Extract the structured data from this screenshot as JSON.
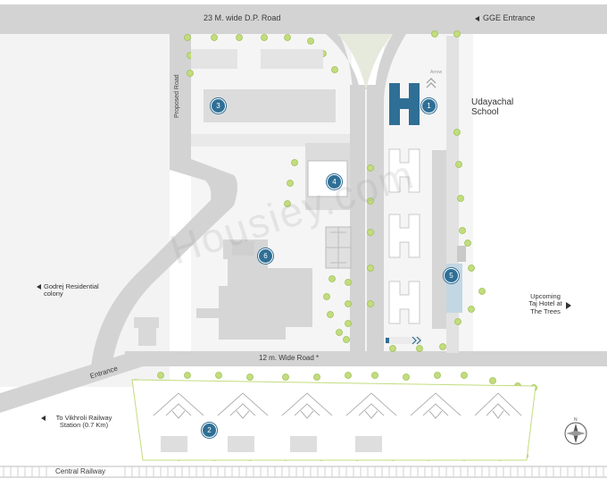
{
  "roads": {
    "top": "23 M. wide D.P. Road",
    "proposed": "Proposed Road",
    "middle": "12 m. Wide Road *",
    "entrance": "Entrance",
    "railway": "Central Railway"
  },
  "labels": {
    "gge_entrance": "GGE Entrance",
    "school": "Udayachal School",
    "godrej": "Godrej Residential colony",
    "taj": "Upcoming Taj Hotel at The Trees",
    "vikhroli": "To Vikhroli Railway Station (0.7 Km)"
  },
  "markers": [
    "1",
    "2",
    "3",
    "4",
    "5",
    "6"
  ],
  "watermark": "Housiey.com",
  "colors": {
    "road": "#d3d3d3",
    "block": "#dcdcdc",
    "tree": "#c2dc7e",
    "tower_highlight": "#2f6f96",
    "marker": "#2f6f96"
  }
}
